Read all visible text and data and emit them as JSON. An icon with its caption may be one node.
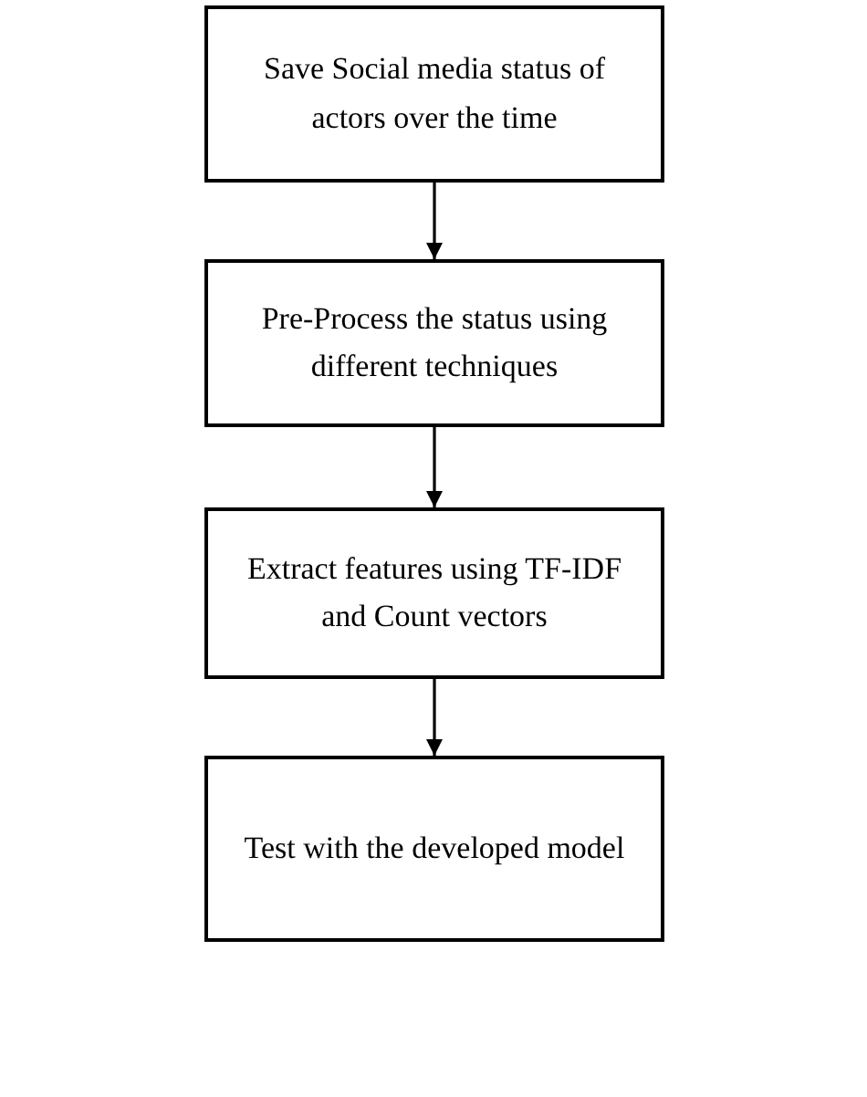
{
  "diagram": {
    "nodes": [
      {
        "text": [
          "Save Social media status of actors over the time"
        ]
      },
      {
        "text": [
          "Pre-Process the status using different techniques"
        ]
      },
      {
        "text": [
          "Extract features using TF-IDF and Count vectors"
        ]
      },
      {
        "text": [
          "Test with the developed model"
        ]
      }
    ],
    "edges": [
      {
        "from": 0,
        "to": 1,
        "arrow": "to"
      },
      {
        "from": 1,
        "to": 2,
        "arrow": "to"
      },
      {
        "from": 2,
        "to": 3,
        "arrow": "to"
      }
    ]
  }
}
